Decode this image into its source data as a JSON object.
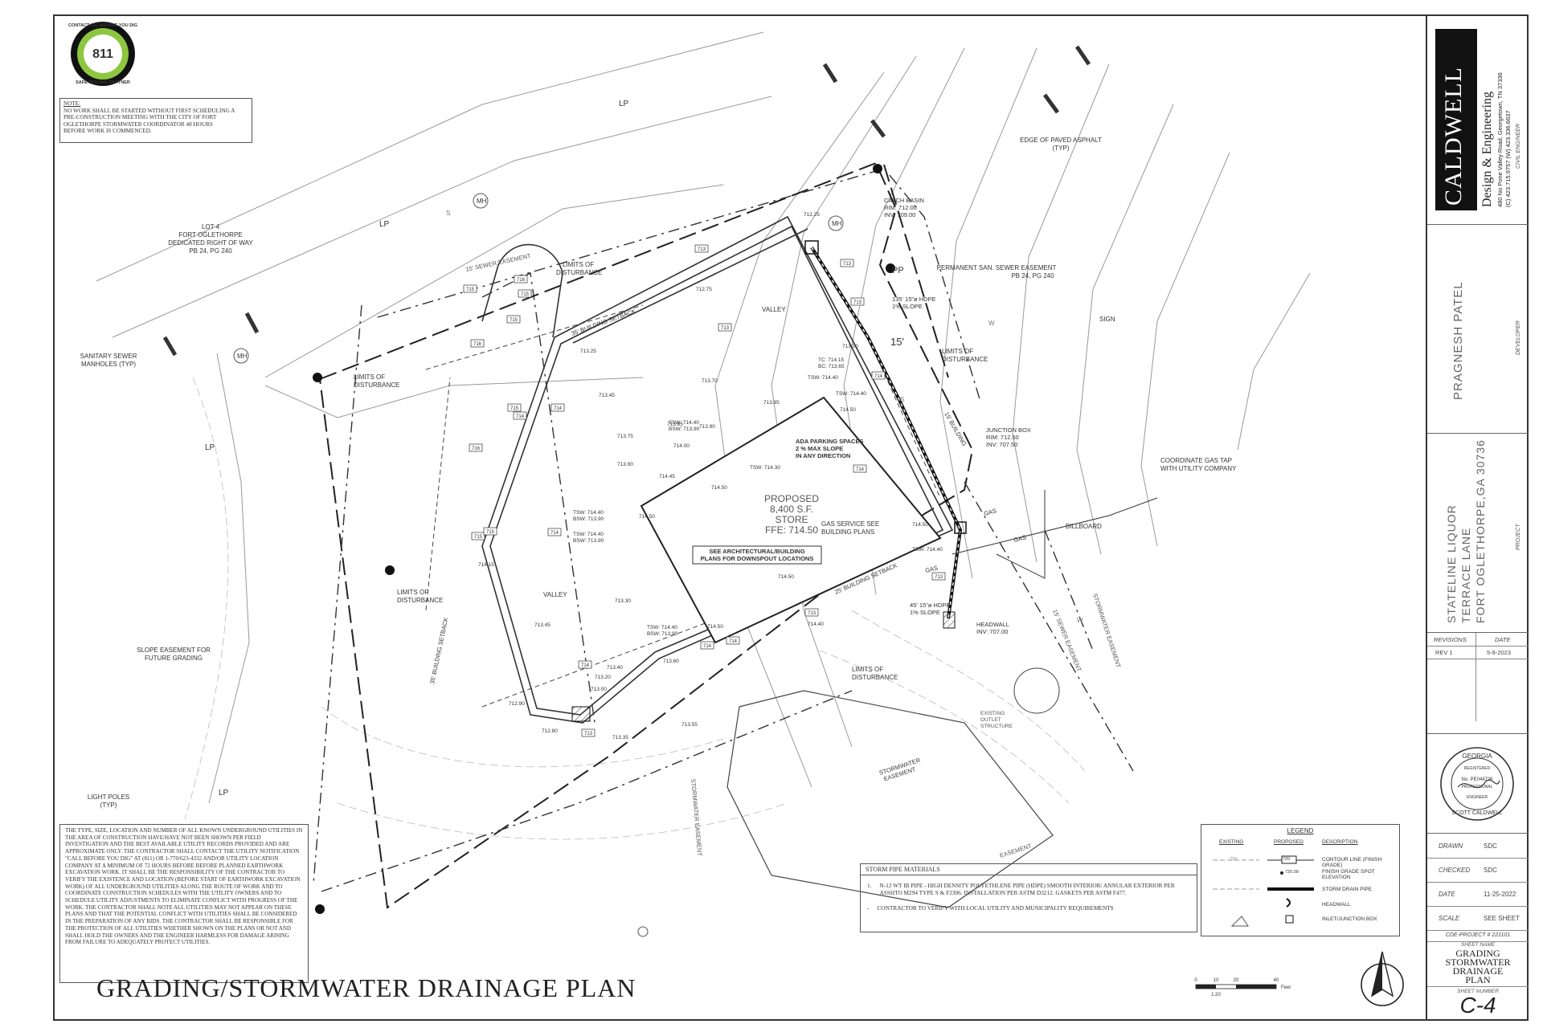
{
  "sheet_title": "GRADING/STORMWATER DRAINAGE PLAN",
  "logo_811": {
    "top": "CONTACT 811 BEFORE YOU DIG",
    "number": "811",
    "bottom": "SAFE DIGGING PARTNER"
  },
  "note": {
    "heading": "NOTE:",
    "lines": [
      "NO WORK SHALL BE STARTED WITHOUT FIRST SCHEDULING A",
      "PRE-CONSTRUCTION MEETING WITH THE CITY OF FORT",
      "OGLETHORPE STORMWATER COORDINATOR 48 HOURS",
      "BEFORE WORK IS COMMENCED."
    ]
  },
  "utility_note": "THE TYPE, SIZE, LOCATION AND NUMBER OF ALL KNOWN UNDERGROUND UTILITIES IN THE AREA OF CONSTRUCTION HAVE/HAVE NOT BEEN SHOWN PER FIELD INVESTIGATION AND THE BEST AVAILABLE UTILITY RECORDS PROVIDED AND ARE APPROXIMATE ONLY. THE CONTRACTOR SHALL CONTACT THE UTILITY NOTIFICATION \"CALL BEFORE YOU DIG\" AT (811) OR 1-770/623-4332 AND/OR UTILITY LOCATION COMPANY AT A MINIMUM OF 72 HOURS BEFORE BEFORE PLANNED EARTHWORK EXCAVATION WORK. IT SHALL BE THE RESPONSIBILITY OF THE CONTRACTOR TO VERIFY THE EXISTENCE AND LOCATION (BEFORE START OF EARTHWORK EXCAVATION WORK) OF ALL UNDERGROUND UTILITIES ALONG THE ROUTE OF WORK AND TO COORDINATE CONSTRUCTION SCHEDULES WITH THE UTILITY OWNERS AND TO SCHEDULE UTILITY ADJUSTMENTS TO ELIMINATE CONFLICT WITH PROGRESS OF THE WORK. THE CONTRACTOR SHALL NOTE ALL UTILITIES MAY NOT APPEAR ON THESE PLANS AND THAT THE POTENTIAL CONFLICT WITH UTILITIES SHALL BE CONSIDERED IN THE PREPARATION OF ANY BIDS. THE CONTRACTOR SHALL BE RESPONSIBLE FOR THE PROTECTION OF ALL UTILITIES WHETHER SHOWN ON THE PLANS OR NOT AND SHALL HOLD THE OWNERS AND THE ENGINEER HARMLESS FOR DAMAGE ARISING FROM FAILURE TO ADEQUATELY PROTECT UTILITIES.",
  "pipe_materials": {
    "heading": "STORM PIPE MATERIALS",
    "items": [
      {
        "num": "1.",
        "text": "N-12 WT IB PIPE - HIGH DENSITY POLYETHLENE PIPE (HDPE) SMOOTH INTERIOR/ ANNULAR EXTERIOR PER ASSHTO M294 TYPE S & F2306. INSTALLATION PER ASTM D3212. GASKETS PER ASTM F477."
      },
      {
        "num": "-",
        "text": "CONTRACTOR TO VERIFY WITH LOCAL UTILITY AND MUNICIPALITY REQUIREMENTS"
      }
    ]
  },
  "legend": {
    "title": "LEGEND",
    "col_existing": "EXISTING",
    "col_proposed": "PROPOSED",
    "col_description": "DESCRIPTION",
    "rows": [
      {
        "existing": "720",
        "proposed": "720",
        "description": "CONTOUR LINE (FINISH GRADE)"
      },
      {
        "existing": "",
        "proposed": "720.00",
        "description": "FINISH GRADE SPOT ELEVATION"
      },
      {
        "existing": "",
        "proposed": "",
        "description": "STORM DRAIN PIPE"
      },
      {
        "existing": "",
        "proposed": "",
        "description": "HEADWALL"
      },
      {
        "existing": "",
        "proposed": "",
        "description": "INLET/JUNCTION BOX"
      }
    ]
  },
  "scale_bar": {
    "ticks": [
      "0",
      "10",
      "20",
      "40"
    ],
    "unit": "Feet",
    "ratio": "1:20"
  },
  "labels": {
    "lot4": [
      "LOT 4",
      "FORT OGLETHORPE",
      "DEDICATED RIGHT OF WAY",
      "PB 24, PG 240"
    ],
    "sanitary": [
      "SANITARY SEWER",
      "MANHOLES (TYP)"
    ],
    "slope_easement": [
      "SLOPE EASEMENT FOR",
      "FUTURE GRADING"
    ],
    "light_poles": [
      "LIGHT POLES",
      "(TYP)"
    ],
    "edge_asphalt": [
      "EDGE OF PAVED ASPHALT",
      "(TYP)"
    ],
    "perm_sewer": [
      "PERMANENT SAN. SEWER EASEMENT",
      "PB 24, PG 240"
    ],
    "sign": "SIGN",
    "billboard": "BILLBOARD",
    "gas_tap": [
      "COORDINATE GAS TAP",
      "WITH UTILITY COMPANY"
    ],
    "catch_basin": [
      "CATCH BASIN",
      "RIM: 712.00",
      "INV: 709.00"
    ],
    "pipe1": [
      "135' 15\"ø HDPE",
      "1% SLOPE"
    ],
    "pipe2": [
      "45' 15\"ø HDPE",
      "1% SLOPE"
    ],
    "junction_box": [
      "JUNCTION BOX",
      "RIM: 712.50",
      "INV: 707.50"
    ],
    "headwall": [
      "HEADWALL",
      "INV: 707.00"
    ],
    "existing_outlet": [
      "EXISTING",
      "OUTLET",
      "STRUCTURE"
    ],
    "stormwater_easement": [
      "STORMWATER",
      "EASEMENT"
    ],
    "sewer_easement_top": "15' SEWER EASEMENT",
    "sewer_easement_right": "15' SEWER EASEMENT",
    "stormwater_easement_right": "STORMWATER EASEMENT",
    "easement_bottom": "EASEMENT",
    "stormwater_bottom": "STORMWATER EASEMENT",
    "limits_top": [
      "LIMITS OF",
      "DISTURBANCE"
    ],
    "limits_left": [
      "LIMITS OF",
      "DISTURBANCE"
    ],
    "limits_left2": [
      "LIMITS OF",
      "DISTURBANCE"
    ],
    "limits_right": [
      "LIMITS OF",
      "DISTURBANCE"
    ],
    "limits_bottom": [
      "LIMITS OF",
      "DISTURBANCE"
    ],
    "building_setback_top": "35' BUILDING SETBACK",
    "building_setback_left": "35' BUILDING SETBACK",
    "building_setback_bottom": "25' BUILDING SETBACK",
    "building_setback_right": "15' BUILDING",
    "valley1": "VALLEY",
    "valley2": "VALLEY",
    "ada": [
      "ADA PARKING SPACES",
      "2 % MAX SLOPE",
      "IN ANY DIRECTION"
    ],
    "store": [
      "PROPOSED",
      "8,400 S.F.",
      "STORE",
      "FFE: 714.50"
    ],
    "gas_service": [
      "GAS SERVICE SEE",
      "BUILDING PLANS"
    ],
    "downspout": [
      "SEE ARCHITECTURAL/BUILDING",
      "PLANS FOR DOWNSPOUT LOCATIONS"
    ],
    "gas": "GAS",
    "fifteen": "15'",
    "lp": "LP",
    "pp": "PP",
    "mh": "MH",
    "s": "S",
    "w": "W"
  },
  "spots": [
    {
      "t": "712.25"
    },
    {
      "t": "712.75"
    },
    {
      "t": "713.00"
    },
    {
      "t": "713.25"
    },
    {
      "t": "713.45"
    },
    {
      "t": "713.75"
    },
    {
      "t": "713.85"
    },
    {
      "t": "713.70"
    },
    {
      "t": "713.85"
    },
    {
      "t": "713.90"
    },
    {
      "t": "714.00"
    },
    {
      "t": "714.45"
    },
    {
      "t": "714.50"
    },
    {
      "t": "714.50"
    },
    {
      "t": "714.50"
    },
    {
      "t": "714.50"
    },
    {
      "t": "714.50"
    },
    {
      "t": "714.15"
    },
    {
      "t": "713.30"
    },
    {
      "t": "713.45"
    },
    {
      "t": "713.40"
    },
    {
      "t": "713.60"
    },
    {
      "t": "713.20"
    },
    {
      "t": "713.00"
    },
    {
      "t": "712.90"
    },
    {
      "t": "713.35"
    },
    {
      "t": "713.55"
    },
    {
      "t": "714.40"
    },
    {
      "t": "714.50"
    },
    {
      "t": "713.90"
    },
    {
      "t": "712.80"
    }
  ],
  "tsbsw": [
    {
      "a": "TSW: 714.40",
      "b": "BSW: 713.90"
    },
    {
      "a": "TSW: 714.40",
      "b": "BSW: 713.90"
    },
    {
      "a": "TSW: 714.40",
      "b": "BSW: 713.90"
    },
    {
      "a": "TSW: 714.40",
      "b": "BSW: 713.90"
    },
    {
      "a": "TC: 714.15",
      "b": "BC: 713.65"
    },
    {
      "a": "TSW: 714.40",
      "b": ""
    },
    {
      "a": "TSW: 714.40",
      "b": ""
    },
    {
      "a": "TSW: 714.30",
      "b": ""
    },
    {
      "a": "TSW: 714.40",
      "b": ""
    }
  ],
  "contours": [
    "713",
    "713",
    "714",
    "715",
    "716",
    "716",
    "715",
    "715",
    "714",
    "714",
    "715",
    "714",
    "714",
    "713",
    "713",
    "714",
    "714",
    "713",
    "715",
    "714",
    "713",
    "716",
    "713",
    "715"
  ],
  "titleblock": {
    "company": "CALDWELL",
    "company_sub": "Design & Engineering",
    "address": "480 No Pone Valley Road, Georgetown, TN 37336",
    "phones": "(C) 423.715.9757    (W) 423.336.6637",
    "civil_engineer": "CIVIL ENGINEER",
    "developer_name": "PRAGNESH PATEL",
    "developer_label": "DEVELOPER",
    "project_lines": [
      "STATELINE LIQUOR",
      "TERRACE LANE",
      "FORT OGLETHORPE,GA 30736"
    ],
    "project_label": "PROJECT",
    "revisions_label": "REVISIONS",
    "date_label": "DATE",
    "rev": "REV 1",
    "rev_date": "5-8-2023",
    "seal": {
      "state": "GEORGIA",
      "reg": "REGISTERED",
      "no": "No. PE044726",
      "prof": "PROFESSIONAL",
      "eng": "ENGINEER",
      "name": "SCOTT CALDWELL"
    },
    "drawn_label": "DRAWN",
    "drawn": "SDC",
    "checked_label": "CHECKED",
    "checked": "SDC",
    "date_lbl": "DATE",
    "date": "11-25-2022",
    "scale_label": "SCALE",
    "scale": "SEE SHEET",
    "project_no": "CDE-PROJECT # 221101",
    "sheet_name_label": "SHEET NAME",
    "sheet_name": [
      "GRADING",
      "STORMWATER",
      "DRAINAGE",
      "PLAN"
    ],
    "sheet_number_label": "SHEET NUMBER",
    "sheet_number": "C-4"
  }
}
